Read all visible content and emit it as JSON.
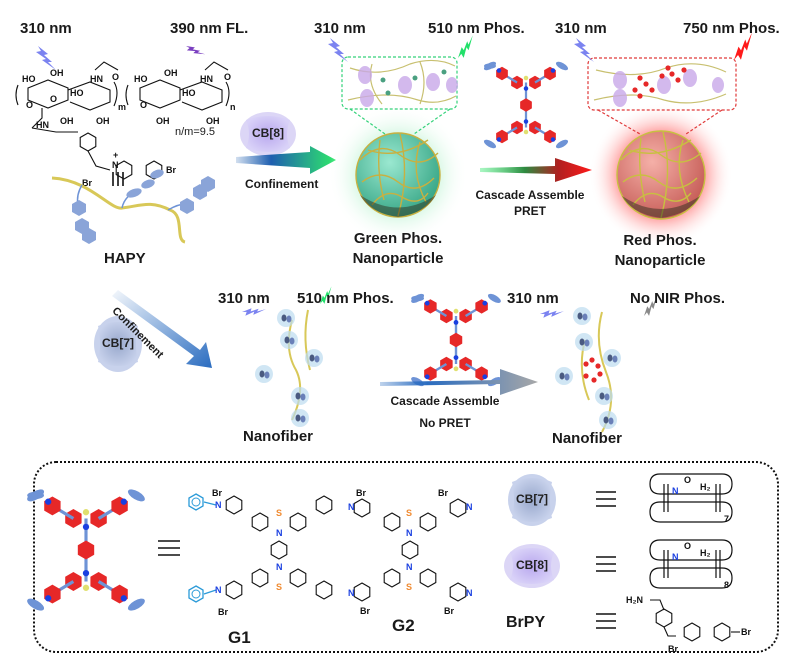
{
  "figure": {
    "top_left": {
      "excitation": "310 nm",
      "emission": "390 nm FL.",
      "ratio": "n/m=9.5",
      "repeat_m": "m",
      "repeat_n": "n",
      "equiv": "|||",
      "name": "HAPY",
      "polymer_atoms": [
        "HO",
        "OH",
        "HN",
        "O",
        "O",
        "HO",
        "OH",
        "HN",
        "Br",
        "N",
        "Br"
      ]
    },
    "top_arrow": {
      "host": "CB[8]",
      "label": "Confinement",
      "color_start": "#1f5fb0",
      "color_end": "#2ee86a"
    },
    "green_particle": {
      "excitation": "310 nm",
      "emission": "510 nm Phos.",
      "title_line1": "Green Phos.",
      "title_line2": "Nanoparticle",
      "core_color": "#5fcfae",
      "glow_color": "#b8f2cf",
      "frame_color": "#34d27a"
    },
    "mid_arrow": {
      "label_line1": "Cascade Assemble",
      "label_line2": "PRET",
      "color_start": "#2ee86a",
      "color_end": "#ff1a1a"
    },
    "red_particle": {
      "excitation": "310 nm",
      "emission": "750 nm Phos.",
      "title_line1": "Red Phos.",
      "title_line2": "Nanoparticle",
      "core_color": "#e8837e",
      "glow_color": "#ff4d4d",
      "frame_color": "#e03a3a"
    },
    "diag_arrow": {
      "host": "CB[7]",
      "label": "Confinement",
      "color": "#2a6cc0"
    },
    "nanofiber_1": {
      "excitation": "310 nm",
      "emission": "510 nm Phos.",
      "title": "Nanofiber"
    },
    "gray_arrow": {
      "label_line1": "Cascade Assemble",
      "label_line2": "No PRET",
      "color_start": "#2a6cc0",
      "color_end": "#a8a8a8"
    },
    "nanofiber_2": {
      "excitation": "310 nm",
      "emission": "No  NIR Phos.",
      "title": "Nanofiber"
    },
    "legend": {
      "equiv": "≡",
      "g1_label": "G1",
      "g2_label": "G2",
      "cb7_label": "CB[7]",
      "cb8_label": "CB[8]",
      "brpy_label": "BrPY",
      "cb7_subscript": "7",
      "cb8_subscript": "8",
      "atom_S": "S",
      "atom_N": "N",
      "atom_Br": "Br",
      "atom_O": "O",
      "atom_H2C": "H₂",
      "amine": "H₂N"
    },
    "colors": {
      "excitation_bolt": "#7b83f0",
      "fl_bolt": "#7a3fc0",
      "green_bolt": "#22e06a",
      "red_bolt": "#ff1a1a",
      "gray_bolt": "#8a8a8a",
      "fiber": "#d8c858",
      "g1_core": "#e62828",
      "g1_tip": "#6e93d6",
      "g1_node": "#1a3fe0",
      "g1_sulfur": "#e0e070",
      "benzyl_blue": "#2a9ad8",
      "cb7": "#9fb0d8",
      "cb8": "#b9a8ee"
    }
  }
}
